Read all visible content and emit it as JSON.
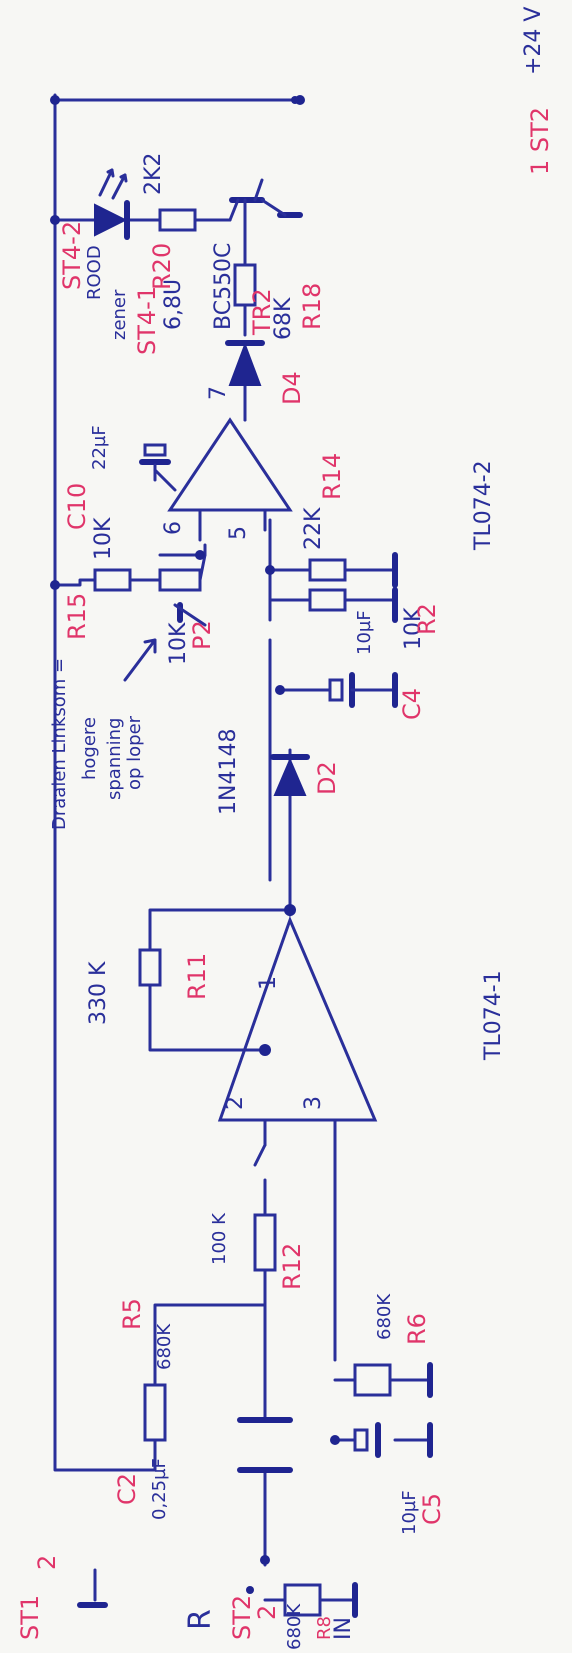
{
  "colors": {
    "ink": "#2a2f9a",
    "ref": "#e0356a",
    "paper": "#f7f7f4"
  },
  "labels": {
    "st1_pin": "ST1",
    "st1_num": "2",
    "st2_top": "1 ST2",
    "v24": "+24 V",
    "r20": "R20",
    "r20v": "2K2",
    "tr2": "TR2",
    "tr2v": "BC550C",
    "st4_2": "ST4-2",
    "rood": "ROOD",
    "zener": "zener",
    "st4_1": "ST4-1",
    "z68": "6,8U",
    "r18v": "68K",
    "r18": "R18",
    "d4": "D4",
    "c10": "C10",
    "c10v": "22µF",
    "r15v": "10K",
    "pin6": "6",
    "pin5": "5",
    "pin7": "7",
    "r14v": "22K",
    "r14": "R14",
    "tl2": "TL074-2",
    "r15": "R15",
    "draaien": "Draaien Linksom =",
    "hogere": "hogere",
    "spanning": "spanning",
    "oploper": "op loper",
    "p2v": "10K",
    "p2": "P2",
    "c4v": "10µF",
    "c4": "C4",
    "r2v": "10K",
    "r2": "R2",
    "d2v": "1N4148",
    "d2": "D2",
    "r11v": "330 K",
    "r11": "R11",
    "pin1": "1",
    "pin2": "2",
    "pin3": "3",
    "tl1": "TL074-1",
    "r5": "R5",
    "r5v": "680K",
    "r12v": "100 K",
    "r12": "R12",
    "r6v": "680K",
    "r6": "R6",
    "c2": "C2",
    "c2v": "0,25µF",
    "c5v": "10µF",
    "c5": "C5",
    "r8v": "680K",
    "r8": "R8",
    "st2_in": "ST2",
    "st2_num": "2",
    "in_r": "R",
    "in_label": "IN"
  }
}
